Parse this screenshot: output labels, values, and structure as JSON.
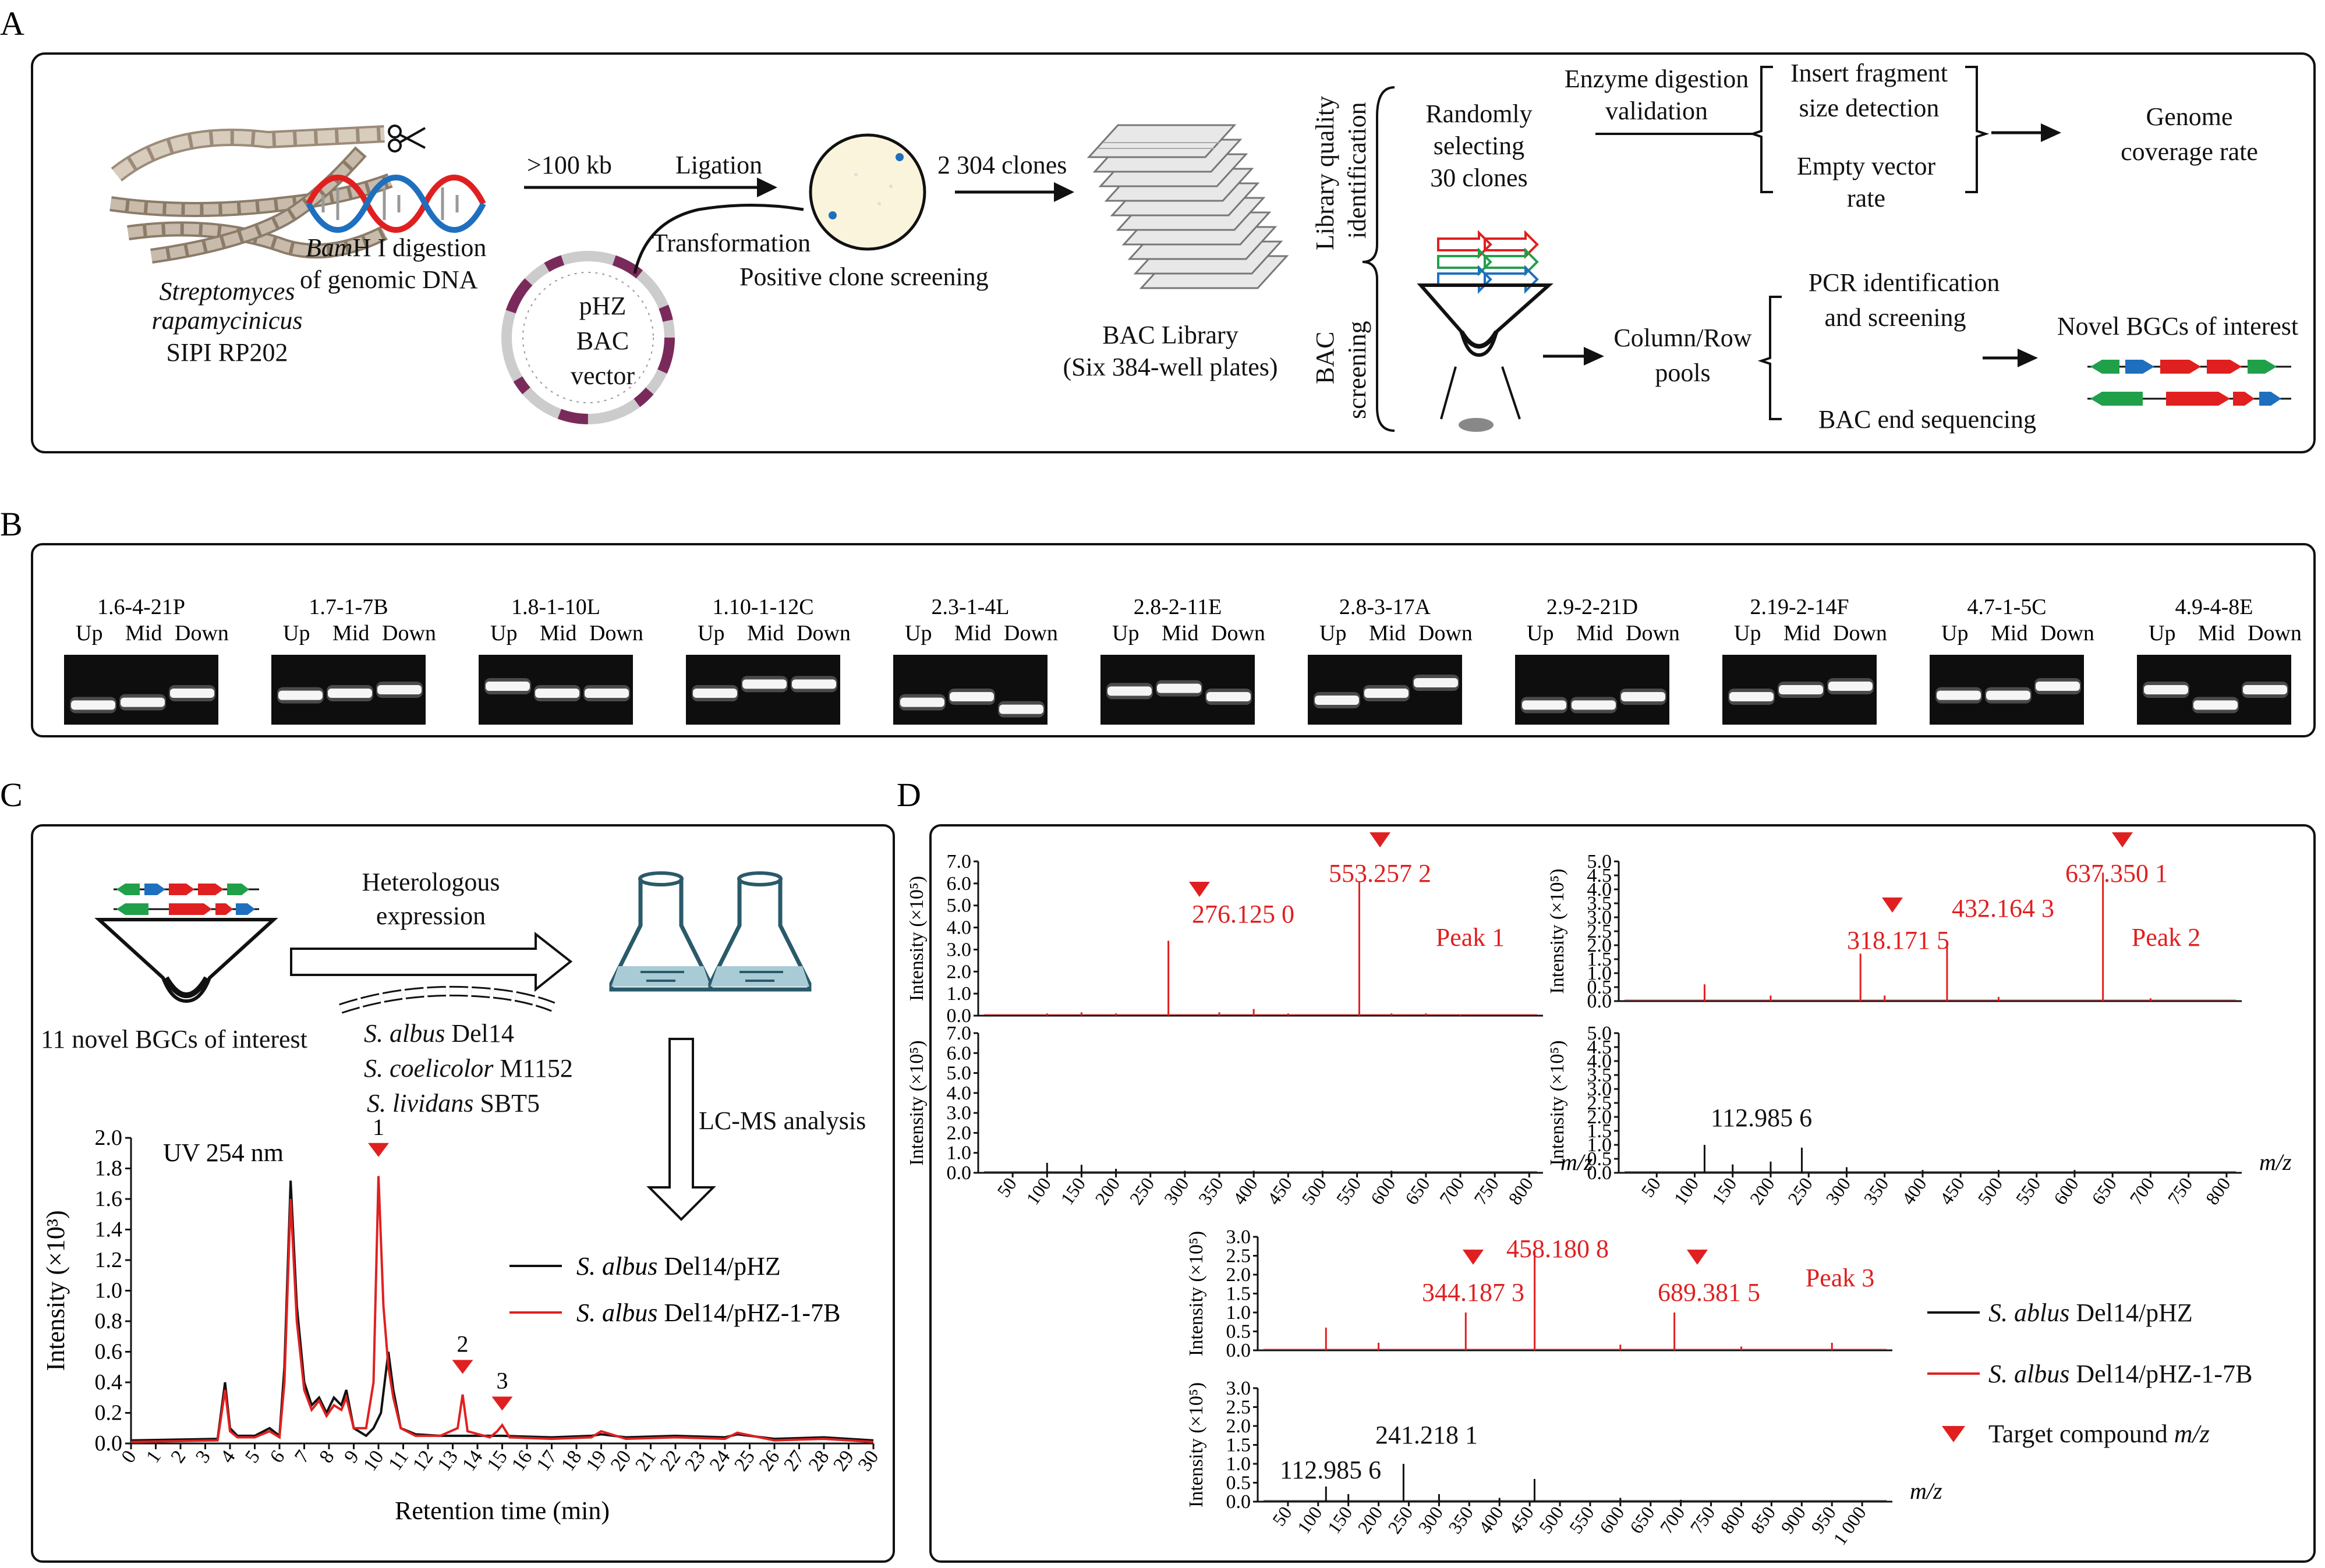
{
  "panels": {
    "A": "A",
    "B": "B",
    "C": "C",
    "D": "D"
  },
  "colors": {
    "red": "#e02020",
    "black": "#111111",
    "blue": "#1f6fbf",
    "green": "#21a04a",
    "gel_bg": "#0e0e0e"
  },
  "panelA": {
    "organism_line1": "Streptomyces",
    "organism_line2": "rapamycinicus",
    "organism_line3": "SIPI RP202",
    "digest_italic": "Bam",
    "digest_rest": "H I digestion",
    "digest_line2": "of genomic DNA",
    "size": ">100 kb",
    "ligation": "Ligation",
    "vector_line1": "pHZ",
    "vector_line2": "BAC",
    "vector_line3": "vector",
    "transformation": "Transformation",
    "positive": "Positive clone screening",
    "clones": "2 304 clones",
    "library_line1": "BAC  Library",
    "library_line2": "(Six 384-well plates)",
    "quality_line1": "Library quality",
    "quality_line2": "identification",
    "bac_line1": "BAC",
    "bac_line2": "screening",
    "random_line1": "Randomly",
    "random_line2": "selecting",
    "random_line3": "30 clones",
    "enzyme_line1": "Enzyme digestion",
    "enzyme_line2": "validation",
    "insert_line1": "Insert fragment",
    "insert_line2": "size detection",
    "empty_line1": "Empty vector",
    "empty_line2": "rate",
    "genome_line1": "Genome",
    "genome_line2": "coverage rate",
    "pools_line1": "Column/Row",
    "pools_line2": "pools",
    "pcr_line1": "PCR identification",
    "pcr_line2": "and screening",
    "bacend": "BAC end sequencing",
    "novel": "Novel BGCs of interest"
  },
  "panelB": {
    "lanes": [
      "Up",
      "Mid",
      "Down"
    ],
    "gels": [
      {
        "name": "1.6-4-21P",
        "bands": [
          0.72,
          0.68,
          0.55
        ]
      },
      {
        "name": "1.7-1-7B",
        "bands": [
          0.58,
          0.55,
          0.5
        ]
      },
      {
        "name": "1.8-1-10L",
        "bands": [
          0.45,
          0.55,
          0.55
        ]
      },
      {
        "name": "1.10-1-12C",
        "bands": [
          0.55,
          0.42,
          0.42
        ]
      },
      {
        "name": "2.3-1-4L",
        "bands": [
          0.68,
          0.6,
          0.78
        ]
      },
      {
        "name": "2.8-2-11E",
        "bands": [
          0.52,
          0.48,
          0.6
        ]
      },
      {
        "name": "2.8-3-17A",
        "bands": [
          0.65,
          0.55,
          0.4
        ]
      },
      {
        "name": "2.9-2-21D",
        "bands": [
          0.72,
          0.72,
          0.6
        ]
      },
      {
        "name": "2.19-2-14F",
        "bands": [
          0.6,
          0.5,
          0.45
        ]
      },
      {
        "name": "4.7-1-5C",
        "bands": [
          0.58,
          0.58,
          0.45
        ]
      },
      {
        "name": "4.9-4-8E",
        "bands": [
          0.5,
          0.72,
          0.5
        ]
      }
    ]
  },
  "panelC": {
    "heterologous_line1": "Heterologous",
    "heterologous_line2": "expression",
    "novel_bgcs": "11  novel BGCs of interest",
    "host1_italic": "S. albus",
    "host1_rest": " Del14",
    "host2_italic": "S. coelicolor",
    "host2_rest": " M1152",
    "host3_italic": "S. lividans",
    "host3_rest": " SBT5",
    "lcms": "LC-MS analysis",
    "uv": "UV 254 nm",
    "legend1_italic": "S. albus",
    "legend1_rest": " Del14/pHZ",
    "legend2_italic": "S. albus",
    "legend2_rest": " Del14/pHZ-1-7B",
    "peak_labels": [
      "1",
      "2",
      "3"
    ]
  },
  "chart_data": [
    {
      "type": "line",
      "title": "UV 254 nm",
      "xlabel": "Retention time (min)",
      "ylabel": "Intensity (×10³)",
      "xlim": [
        0,
        30
      ],
      "ylim": [
        0,
        2.0
      ],
      "x_ticks": [
        "0",
        "1",
        "2",
        "3",
        "4",
        "5",
        "6",
        "7",
        "8",
        "9",
        "10",
        "11",
        "12",
        "13",
        "14",
        "15",
        "16",
        "17",
        "18",
        "19",
        "20",
        "21",
        "22",
        "23",
        "24",
        "25",
        "26",
        "27",
        "28",
        "29",
        "30"
      ],
      "y_ticks": [
        "0.0",
        "0.2",
        "0.4",
        "0.6",
        "0.8",
        "1.0",
        "1.2",
        "1.4",
        "1.6",
        "1.8",
        "2.0"
      ],
      "series": [
        {
          "name": "S. albus Del14/pHZ",
          "color": "#111111",
          "x": [
            0,
            3.5,
            3.8,
            4.0,
            4.3,
            5.0,
            5.6,
            6.0,
            6.2,
            6.45,
            6.7,
            7.0,
            7.3,
            7.6,
            7.9,
            8.2,
            8.5,
            8.7,
            9.0,
            9.5,
            9.8,
            10.1,
            10.4,
            10.6,
            10.9,
            11.5,
            12.5,
            13.5,
            15,
            17,
            18.6,
            19,
            20,
            22,
            24,
            24.5,
            26,
            28,
            30
          ],
          "y": [
            0.02,
            0.03,
            0.4,
            0.1,
            0.05,
            0.05,
            0.1,
            0.05,
            0.5,
            1.72,
            0.9,
            0.4,
            0.25,
            0.3,
            0.2,
            0.3,
            0.25,
            0.35,
            0.1,
            0.05,
            0.1,
            0.2,
            0.6,
            0.35,
            0.1,
            0.06,
            0.05,
            0.05,
            0.05,
            0.04,
            0.05,
            0.06,
            0.04,
            0.05,
            0.04,
            0.06,
            0.03,
            0.04,
            0.02
          ]
        },
        {
          "name": "S. albus Del14/pHZ-1-7B",
          "color": "#e02020",
          "x": [
            0,
            3.5,
            3.8,
            4.0,
            4.3,
            5.0,
            5.6,
            6.0,
            6.2,
            6.45,
            6.7,
            7.0,
            7.3,
            7.6,
            7.9,
            8.2,
            8.5,
            8.7,
            9.0,
            9.5,
            9.8,
            10.0,
            10.2,
            10.4,
            10.6,
            10.9,
            11.5,
            12.5,
            13.2,
            13.4,
            13.6,
            14.5,
            14.8,
            15.0,
            15.3,
            17,
            18.6,
            19,
            20,
            22,
            24,
            24.5,
            26,
            28,
            30
          ],
          "y": [
            0.01,
            0.02,
            0.35,
            0.08,
            0.04,
            0.04,
            0.08,
            0.04,
            0.4,
            1.6,
            0.8,
            0.35,
            0.22,
            0.28,
            0.18,
            0.25,
            0.22,
            0.3,
            0.1,
            0.1,
            0.4,
            1.75,
            0.9,
            0.5,
            0.3,
            0.1,
            0.05,
            0.05,
            0.1,
            0.32,
            0.08,
            0.04,
            0.08,
            0.12,
            0.04,
            0.03,
            0.04,
            0.08,
            0.03,
            0.04,
            0.03,
            0.07,
            0.02,
            0.03,
            0.01
          ]
        }
      ]
    },
    {
      "type": "bar",
      "title": "Peak 1",
      "xlabel": "m/z",
      "ylabel": "Intensity (×10⁵)",
      "xlim": [
        0,
        820
      ],
      "ylim": [
        0,
        7.0
      ],
      "x_ticks": [
        "50",
        "100",
        "150",
        "200",
        "250",
        "300",
        "350",
        "400",
        "450",
        "500",
        "550",
        "600",
        "650",
        "700",
        "750",
        "800"
      ],
      "y_ticks": [
        "0.0",
        "1.0",
        "2.0",
        "3.0",
        "4.0",
        "5.0",
        "6.0",
        "7.0"
      ],
      "series": [
        {
          "name": "S. albus Del14/pHZ-1-7B",
          "color": "#e02020",
          "x": [
            100,
            150,
            200,
            276.125,
            350,
            400,
            450,
            553.257,
            600,
            650,
            700
          ],
          "y": [
            0.1,
            0.15,
            0.1,
            3.4,
            0.15,
            0.3,
            0.1,
            6.1,
            0.1,
            0.1,
            0.05
          ]
        },
        {
          "name": "S. albus Del14/pHZ",
          "color": "#111111",
          "x": [
            100,
            150,
            200,
            300,
            400,
            500,
            600,
            700
          ],
          "y": [
            0.5,
            0.4,
            0.2,
            0.1,
            0.1,
            0.1,
            0.1,
            0.05
          ]
        }
      ],
      "annotations": [
        "276.125 0",
        "553.257 2"
      ]
    },
    {
      "type": "bar",
      "title": "Peak 2",
      "xlabel": "m/z",
      "ylabel": "Intensity (×10⁵)",
      "xlim": [
        0,
        820
      ],
      "ylim": [
        0,
        5.0
      ],
      "x_ticks": [
        "50",
        "100",
        "150",
        "200",
        "250",
        "300",
        "350",
        "400",
        "450",
        "500",
        "550",
        "600",
        "650",
        "700",
        "750",
        "800"
      ],
      "y_ticks": [
        "0.0",
        "0.5",
        "1.0",
        "1.5",
        "2.0",
        "2.5",
        "3.0",
        "3.5",
        "4.0",
        "4.5",
        "5.0"
      ],
      "series": [
        {
          "name": "S. albus Del14/pHZ-1-7B",
          "color": "#e02020",
          "x": [
            112.985,
            200,
            318.171,
            350,
            432.164,
            500,
            637.35,
            700
          ],
          "y": [
            0.6,
            0.2,
            1.7,
            0.2,
            2.0,
            0.15,
            4.6,
            0.1
          ]
        },
        {
          "name": "S. albus Del14/pHZ",
          "color": "#111111",
          "x": [
            112.985,
            150,
            200,
            241,
            300,
            400,
            500,
            600,
            700
          ],
          "y": [
            1.0,
            0.3,
            0.4,
            0.9,
            0.2,
            0.1,
            0.1,
            0.1,
            0.05
          ]
        }
      ],
      "annotations": [
        "318.171 5",
        "432.164 3",
        "637.350 1",
        "112.985 6"
      ]
    },
    {
      "type": "bar",
      "title": "Peak 3",
      "xlabel": "m/z",
      "ylabel": "Intensity (×10⁵)",
      "xlim": [
        0,
        1050
      ],
      "ylim": [
        0,
        3.0
      ],
      "x_ticks": [
        "50",
        "100",
        "150",
        "200",
        "250",
        "300",
        "350",
        "400",
        "450",
        "500",
        "550",
        "600",
        "650",
        "700",
        "750",
        "800",
        "850",
        "900",
        "950",
        "1 000"
      ],
      "y_ticks": [
        "0.0",
        "0.5",
        "1.0",
        "1.5",
        "2.0",
        "2.5",
        "3.0"
      ],
      "series": [
        {
          "name": "S. albus Del14/pHZ-1-7B",
          "color": "#e02020",
          "x": [
            112.985,
            200,
            344.187,
            458.18,
            600,
            689.381,
            800,
            950
          ],
          "y": [
            0.6,
            0.2,
            1.0,
            2.6,
            0.15,
            1.0,
            0.1,
            0.2
          ]
        },
        {
          "name": "S. ablus Del14/pHZ",
          "color": "#111111",
          "x": [
            112.985,
            150,
            241.218,
            300,
            400,
            458,
            600,
            700
          ],
          "y": [
            0.4,
            0.2,
            1.0,
            0.2,
            0.1,
            0.6,
            0.1,
            0.05
          ]
        }
      ],
      "annotations": [
        "344.187 3",
        "458.180 8",
        "689.381 5",
        "112.985 6",
        "241.218 1"
      ]
    }
  ],
  "panelD": {
    "peaks": [
      "Peak 1",
      "Peak 2",
      "Peak 3"
    ],
    "mz_italic": "m/z",
    "legend1_italic": "S. ablus",
    "legend1_rest": " Del14/pHZ",
    "legend2_italic": "S. albus",
    "legend2_rest": " Del14/pHZ-1-7B",
    "legend3_text": "Target compound ",
    "legend3_italic": "m/z"
  }
}
